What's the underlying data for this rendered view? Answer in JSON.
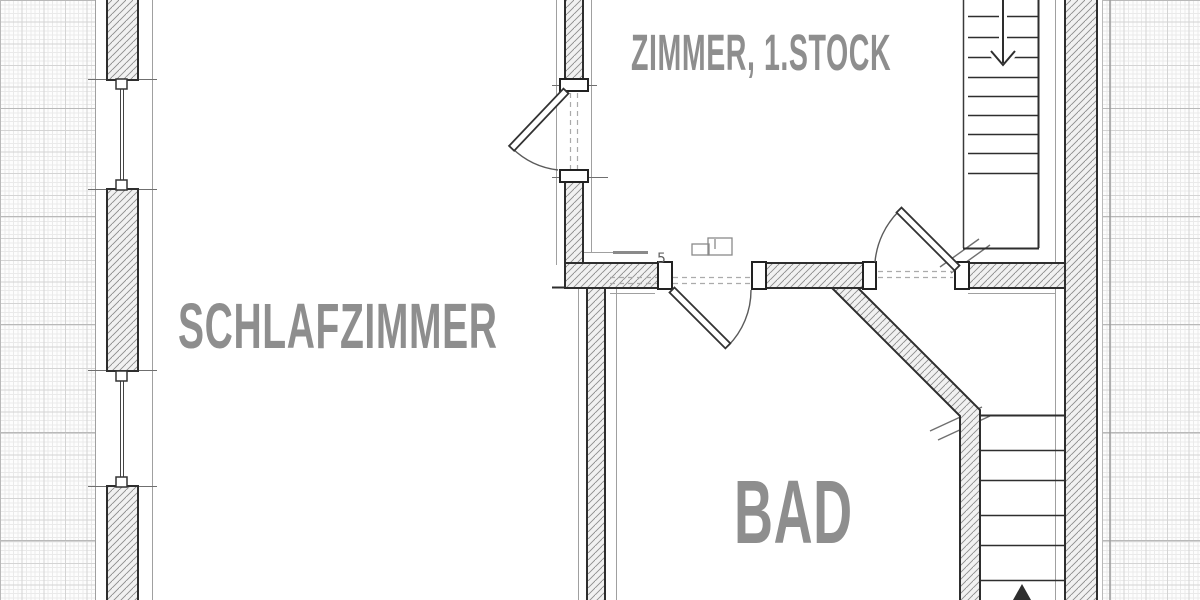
{
  "plan": {
    "rooms": [
      {
        "id": "schlafzimmer",
        "label": "SCHLAFZIMMER"
      },
      {
        "id": "zimmer",
        "label": "ZIMMER, 1.STOCK"
      },
      {
        "id": "bad",
        "label": "BAD"
      }
    ],
    "stairs": [
      {
        "id": "upper-staircase",
        "direction": "down",
        "icon": "stairs-down-arrow-icon",
        "visible_steps": 9
      },
      {
        "id": "lower-staircase",
        "direction": "up",
        "icon": "stairs-up-arrow-icon",
        "visible_steps": 6
      }
    ],
    "doors": [
      {
        "id": "door-zimmer-schlafzimmer"
      },
      {
        "id": "door-bad"
      },
      {
        "id": "door-stair-landing"
      }
    ],
    "windows": [
      {
        "id": "window-1"
      },
      {
        "id": "window-2"
      }
    ],
    "pencil_annotations": [
      {
        "id": "pencil-note",
        "text": "5"
      },
      {
        "id": "pencil-sketch",
        "shape": "double-rectangle"
      }
    ],
    "colors": {
      "label_gray": "#8e8e8e",
      "wall_outline": "#2e2e2e",
      "hatch_line": "#8c8c8c",
      "paper_white": "#ffffff",
      "grid_fine": "#eaeaea",
      "grid_medium": "#d4d4d4",
      "grid_strong": "#b9b9b9",
      "pencil": "#6f6f6f"
    }
  }
}
